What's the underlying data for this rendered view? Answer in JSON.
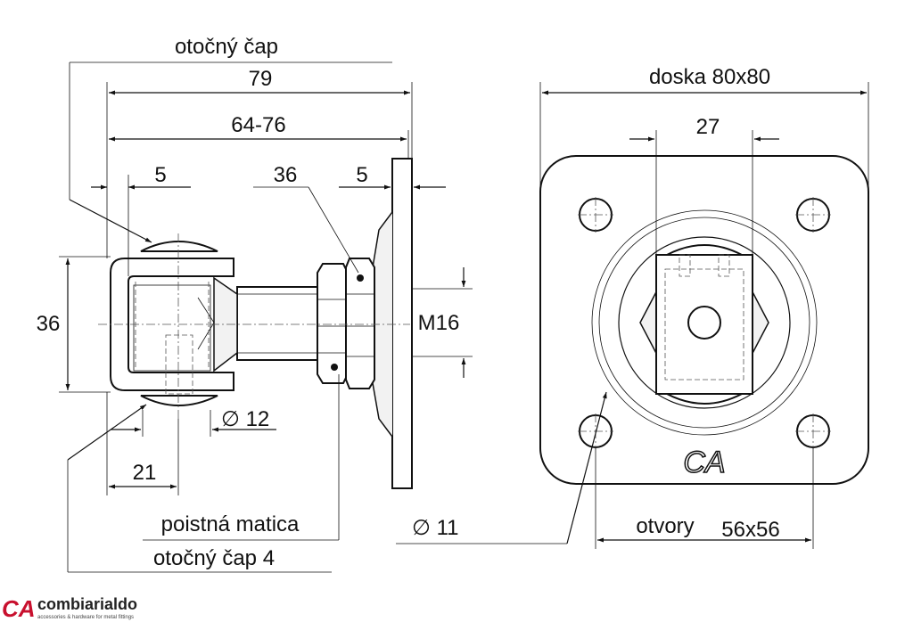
{
  "labels": {
    "otocny_cap": "otočný čap",
    "dim_79": "79",
    "dim_64_76": "64-76",
    "dim_5_left": "5",
    "dim_36_top": "36",
    "dim_5_right": "5",
    "dim_36_left": "36",
    "m16": "M16",
    "dia_12": "∅ 12",
    "dim_21": "21",
    "poistna_matica": "poistná matica",
    "otocny_cap_4": "otočný čap 4",
    "dia_11": "∅ 11",
    "doska": "doska 80x80",
    "dim_27": "27",
    "otvory": "otvory",
    "dim_56x56": "56x56"
  },
  "brand": {
    "logo_mark": "CA",
    "name": "combiarialdo",
    "tagline": "accessories & hardware for metal fittings",
    "color": "#c8102e"
  }
}
